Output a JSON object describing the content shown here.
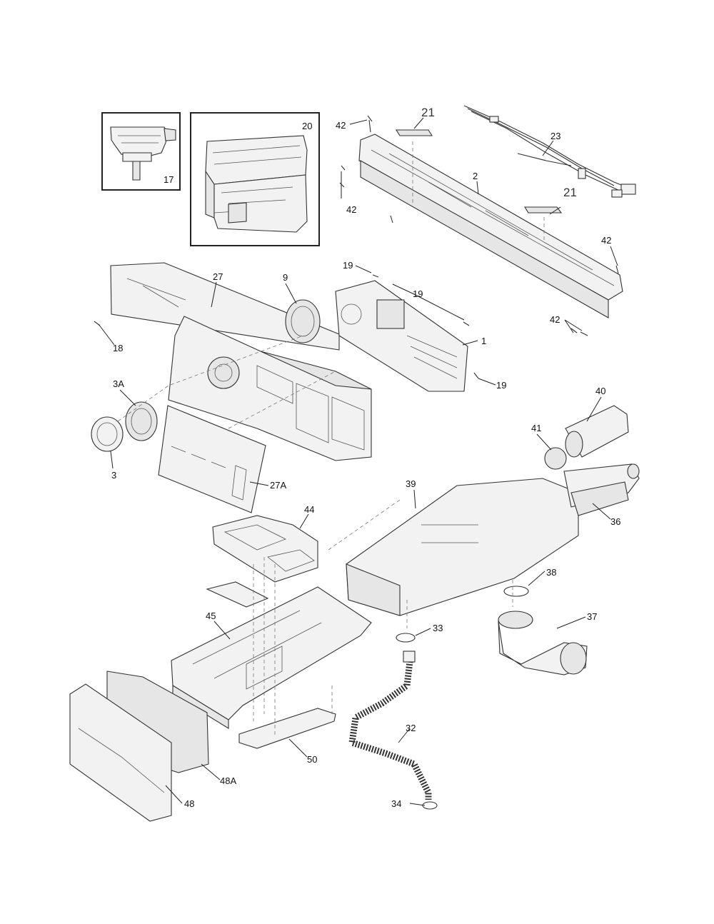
{
  "callouts": {
    "c17": "17",
    "c20": "20",
    "c21a": "21",
    "c21b": "21",
    "c42a": "42",
    "c42b": "42",
    "c42c": "42",
    "c42d": "42",
    "c23": "23",
    "c2": "2",
    "c27": "27",
    "c9": "9",
    "c19a": "19",
    "c19b": "19",
    "c19c": "19",
    "c18": "18",
    "c1": "1",
    "c3A": "3A",
    "c3": "3",
    "c27A": "27A",
    "c40": "40",
    "c41": "41",
    "c39": "39",
    "c36": "36",
    "c44": "44",
    "c38": "38",
    "c37": "37",
    "c45": "45",
    "c33": "33",
    "c32": "32",
    "c50": "50",
    "c48A": "48A",
    "c48": "48",
    "c34": "34"
  }
}
